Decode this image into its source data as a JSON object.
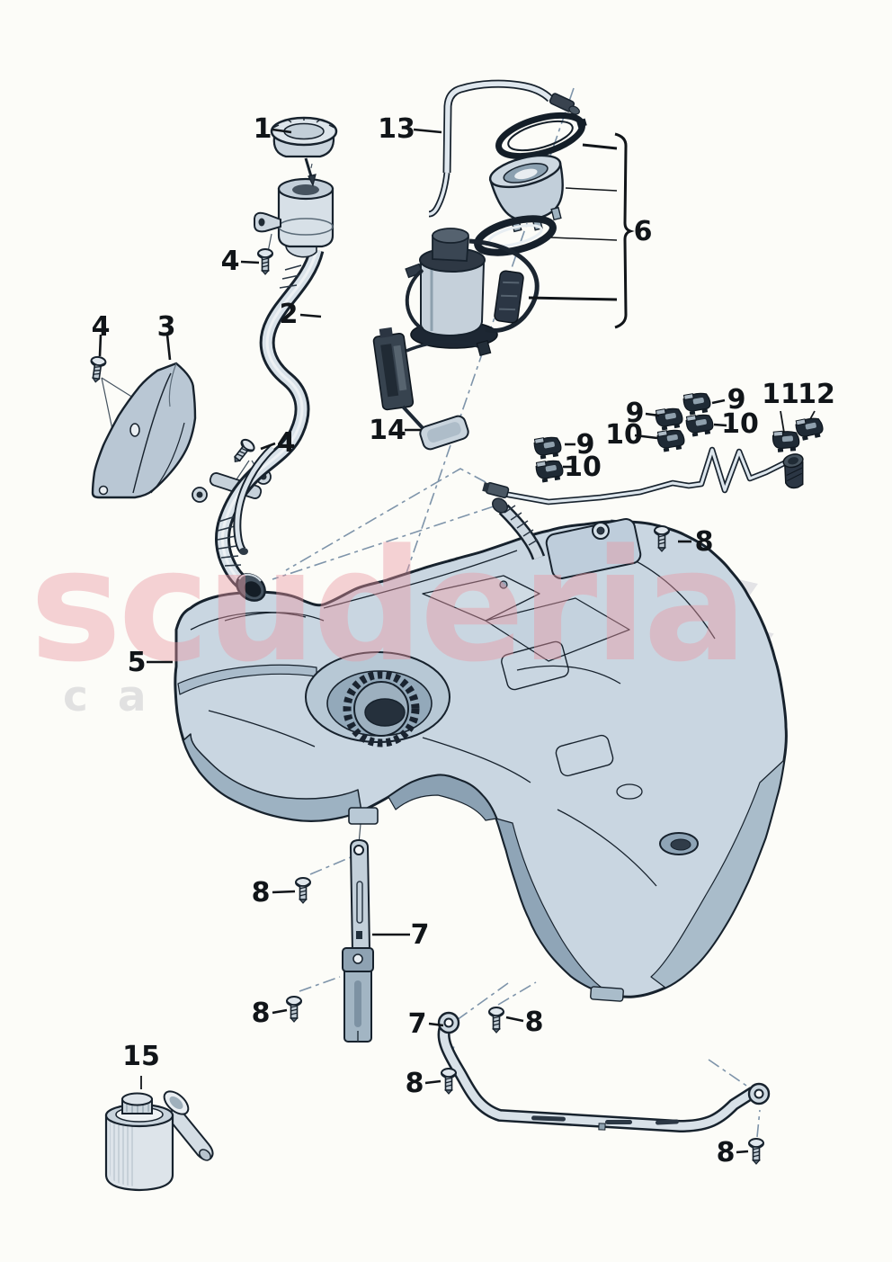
{
  "watermark": {
    "brand": "scuderia",
    "subtitle": "car parts"
  },
  "colors": {
    "background": "#fcfcf8",
    "outline": "#17222d",
    "part_light": "#dce5ec",
    "part_mid": "#c2d1dc",
    "part_dark": "#93a9ba",
    "metal_dark": "#2c3845",
    "leader_line": "#7e94aa",
    "callout_text": "#111519",
    "watermark_pink": "#eb97a1",
    "watermark_gray": "#e1e1e1"
  },
  "callouts": [
    {
      "label": "1"
    },
    {
      "label": "13"
    },
    {
      "label": "6"
    },
    {
      "label": "4"
    },
    {
      "label": "4"
    },
    {
      "label": "3"
    },
    {
      "label": "2"
    },
    {
      "label": "4"
    },
    {
      "label": "14"
    },
    {
      "label": "9"
    },
    {
      "label": "10"
    },
    {
      "label": "9"
    },
    {
      "label": "10"
    },
    {
      "label": "9"
    },
    {
      "label": "10"
    },
    {
      "label": "11"
    },
    {
      "label": "12"
    },
    {
      "label": "8"
    },
    {
      "label": "5"
    },
    {
      "label": "8"
    },
    {
      "label": "7"
    },
    {
      "label": "8"
    },
    {
      "label": "7"
    },
    {
      "label": "8"
    },
    {
      "label": "8"
    },
    {
      "label": "15"
    },
    {
      "label": "8"
    }
  ]
}
